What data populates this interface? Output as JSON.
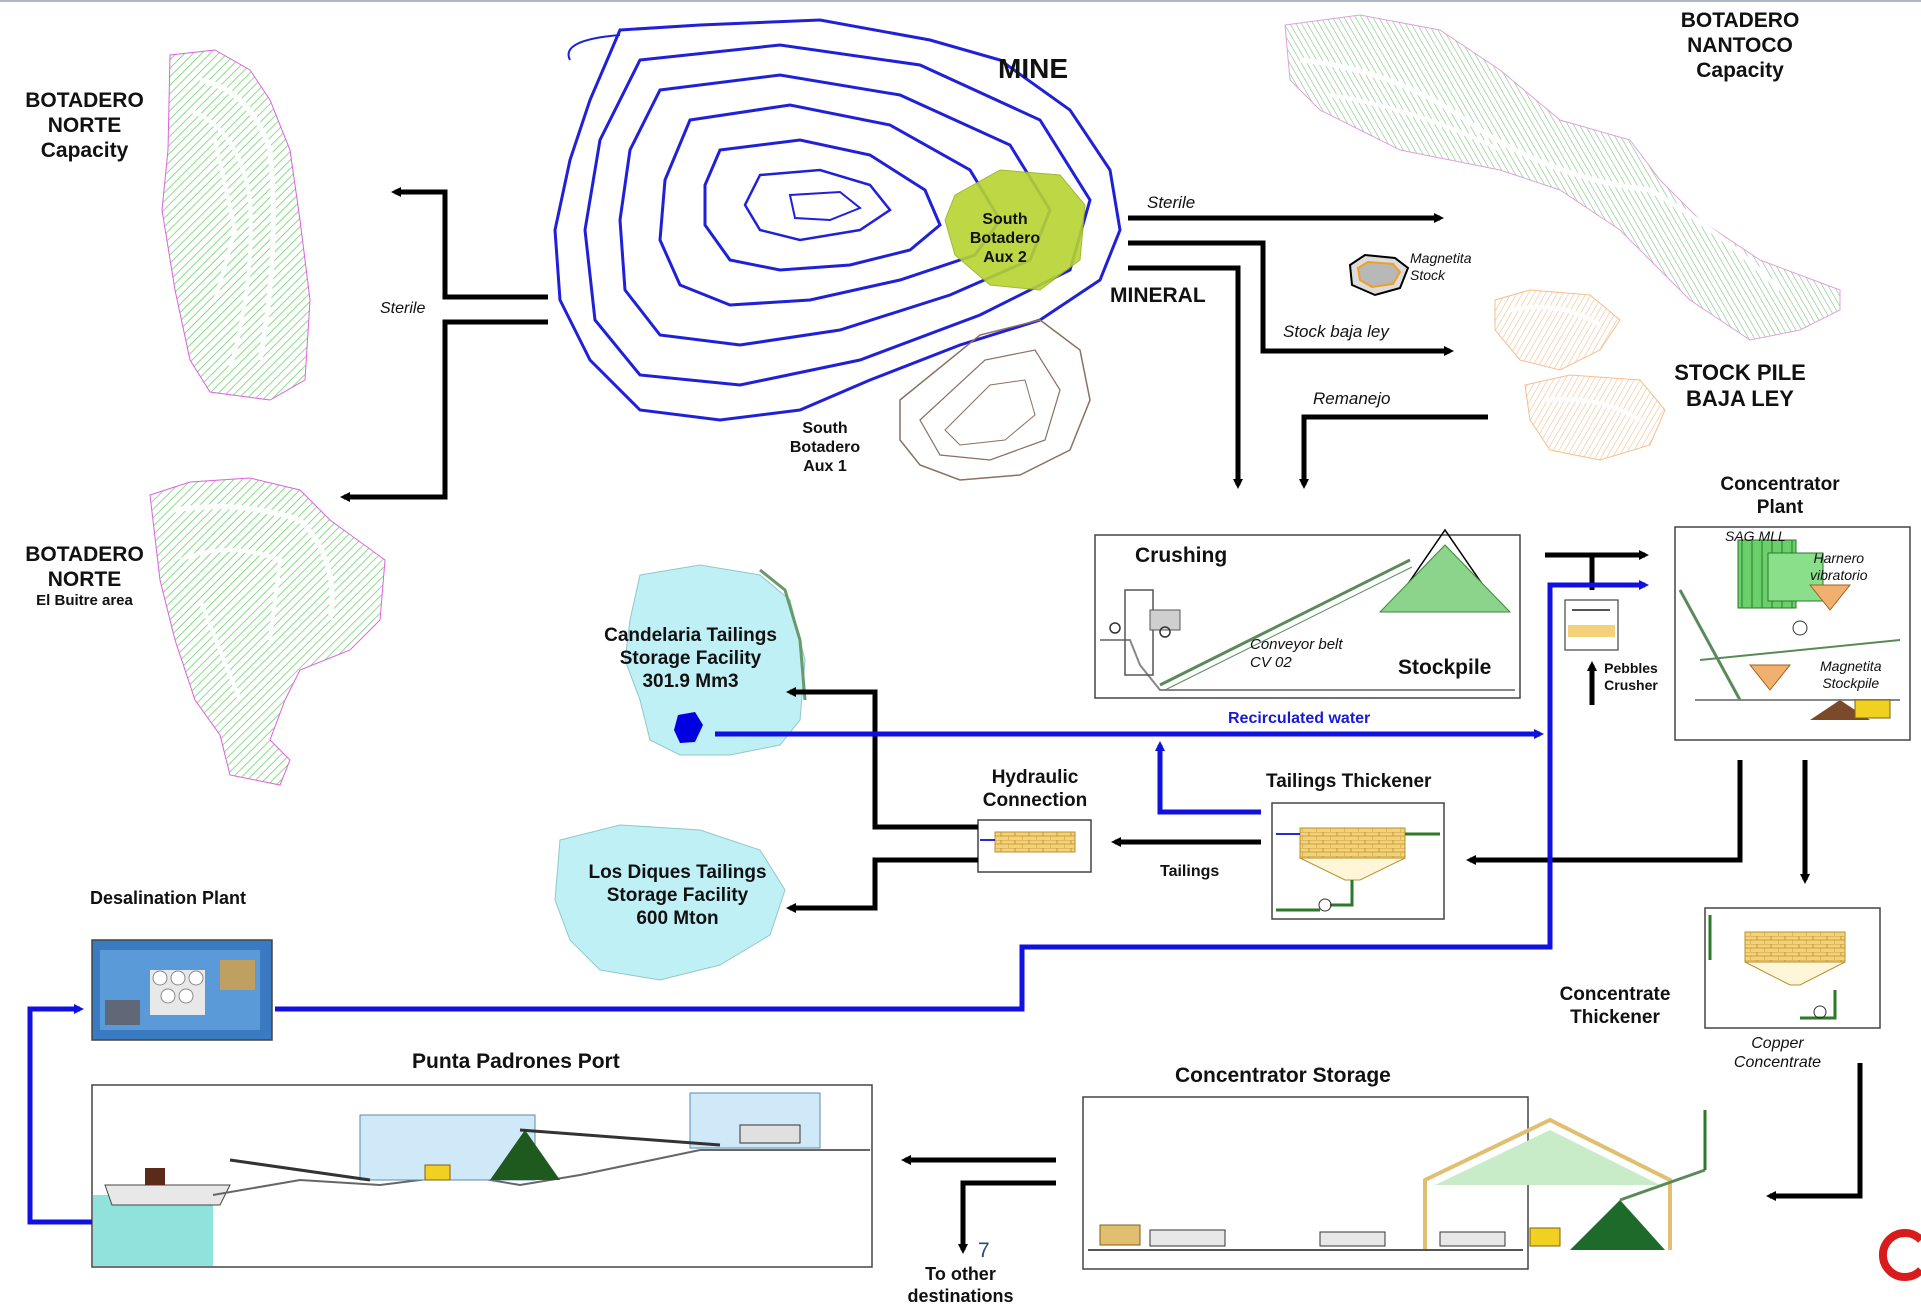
{
  "labels": {
    "mine": "MINE",
    "botadero_norte_cap": [
      "BOTADERO",
      "NORTE",
      "Capacity"
    ],
    "botadero_norte_buitre": [
      "BOTADERO",
      "NORTE",
      "El Buitre area"
    ],
    "botadero_nantoco": [
      "BOTADERO",
      "NANTOCO",
      "Capacity"
    ],
    "stock_pile": [
      "STOCK PILE",
      "BAJA LEY"
    ],
    "south_aux2": [
      "South",
      "Botadero",
      "Aux 2"
    ],
    "south_aux1": [
      "South",
      "Botadero",
      "Aux 1"
    ],
    "mineral": "MINERAL",
    "sterile_left": "Sterile",
    "sterile_right": "Sterile",
    "stock_baja_ley": "Stock baja ley",
    "remanejo": "Remanejo",
    "magnetita_stock": [
      "Magnetita",
      "Stock"
    ],
    "concentrator_plant": [
      "Concentrator",
      "Plant"
    ],
    "sag_mill": "SAG MLL",
    "harnero": [
      "Harnero",
      "vibratorio"
    ],
    "magnetita_stockpile": [
      "Magnetita",
      "Stockpile"
    ],
    "crushing": "Crushing",
    "conveyor": [
      "Conveyor belt",
      "CV 02"
    ],
    "stockpile": "Stockpile",
    "pebbles_crusher": [
      "Pebbles",
      "Crusher"
    ],
    "candelaria": [
      "Candelaria Tailings",
      "Storage Facility",
      "301.9 Mm3"
    ],
    "recirculated_water": "Recirculated water",
    "hydraulic_connection": [
      "Hydraulic",
      "Connection"
    ],
    "tailings_thickener": "Tailings Thickener",
    "tailings": "Tailings",
    "los_diques": [
      "Los Diques Tailings",
      "Storage Facility",
      "600 Mton"
    ],
    "desalination_plant": "Desalination Plant",
    "concentrate_thickener": [
      "Concentrate",
      "Thickener"
    ],
    "copper_concentrate": [
      "Copper",
      "Concentrate"
    ],
    "punta_padrones": "Punta Padrones Port",
    "concentrator_storage": "Concentrator Storage",
    "to_other": [
      "To other",
      "destinations"
    ],
    "page_number": "7"
  },
  "colors": {
    "mine_benches": "#2020d8",
    "waste_dump": "#7ae07a",
    "nantoco_dump": "#7cc07c",
    "low_grade": "#f5c9a0",
    "aux2": "#b6d430",
    "water_line": "#1010e0",
    "tailings_pond": "#bff0f5",
    "sea": "#8fe3dc",
    "arrow": "#000000",
    "recirc_text": "#1a1ad6"
  },
  "icons": [
    "arrow-icon",
    "ship-icon",
    "truck-icon",
    "loader-icon",
    "thickener-icon",
    "mill-icon",
    "stockpile-icon"
  ]
}
